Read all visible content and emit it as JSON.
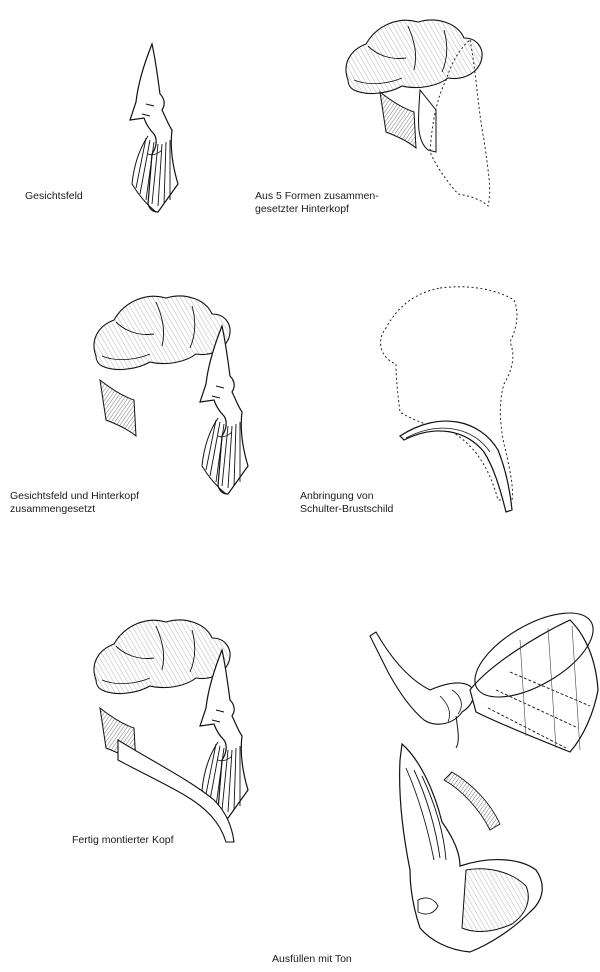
{
  "captions": {
    "step1": {
      "line1": "Gesichtsfeld"
    },
    "step2": {
      "line1": "Aus 5 Formen zusammen-",
      "line2": "gesetzter Hinterkopf"
    },
    "step3": {
      "line1": "Gesichtsfeld und Hinterkopf",
      "line2": "zusammengesetzt"
    },
    "step4": {
      "line1": "Anbringung von",
      "line2": "Schulter-Brustschild"
    },
    "step5": {
      "line1": "Fertig montierter Kopf"
    },
    "step6": {
      "line1": "Ausfüllen mit Ton"
    }
  }
}
